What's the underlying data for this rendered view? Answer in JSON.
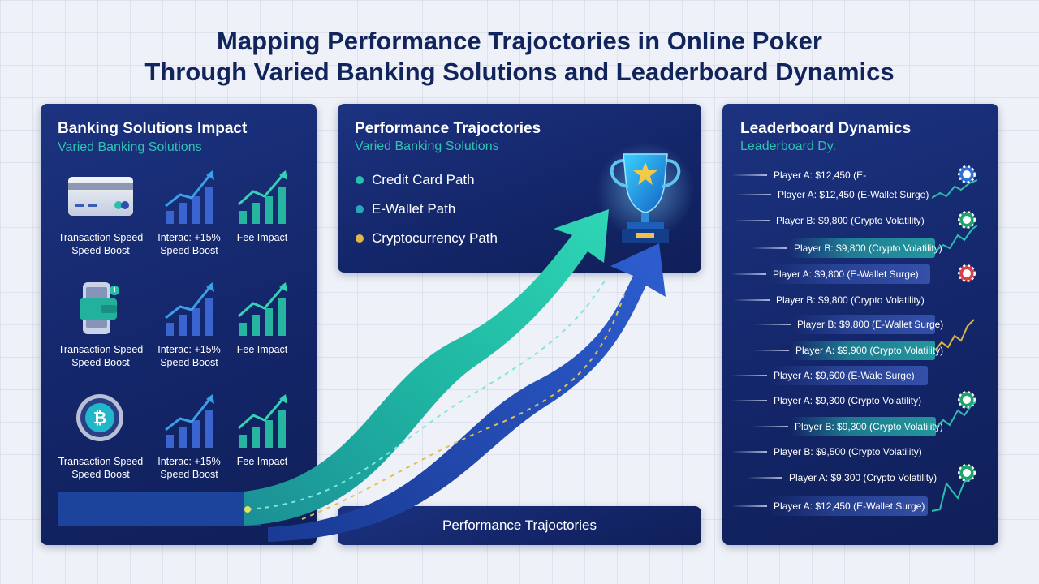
{
  "title": {
    "line1": "Mapping Performance Trajoctories in Online Poker",
    "line2": "Through Varied Banking Solutions and Leaderboard Dynamics"
  },
  "left_panel": {
    "title": "Banking Solutions Impact",
    "subtitle": "Varied Banking Solutions",
    "rows": [
      {
        "method_icon": "credit-card-icon",
        "col1": [
          "Transaction Speed",
          "Speed Boost"
        ],
        "col2": [
          "Interac: +15%",
          "Speed Boost"
        ],
        "col3": [
          "Fee Impact"
        ]
      },
      {
        "method_icon": "e-wallet-icon",
        "col1": [
          "Transaction Speed",
          "Speed Boost"
        ],
        "col2": [
          "Interac: +15%",
          "Speed Boost"
        ],
        "col3": [
          "Fee Impact"
        ]
      },
      {
        "method_icon": "bitcoin-icon",
        "col1": [
          "Transaction Speed",
          "Speed Boost"
        ],
        "col2": [
          "Interac: +15%",
          "Speed Boost"
        ],
        "col3": [
          "Fee Impact"
        ]
      }
    ]
  },
  "mid_panel": {
    "title": "Performance Trajoctories",
    "subtitle": "Varied Banking Solutions",
    "legend": [
      {
        "label": "Credit Card Path",
        "color": "#2bbfae"
      },
      {
        "label": "E-Wallet Path",
        "color": "#28a7b8"
      },
      {
        "label": "Cryptocurrency Path",
        "color": "#e0b84a"
      }
    ],
    "trophy_icon": "trophy-icon"
  },
  "mid_bottom": {
    "label": "Performance Trajoctories"
  },
  "right_panel": {
    "title": "Leaderboard Dynamics",
    "subtitle": "Leaderboard Dy.",
    "rows": [
      "Player A: $12,450 (E-",
      "Player A: $12,450 (E-Wallet Surge)",
      "Player B: $9,800 (Crypto Volatility)",
      "Player B: $9,800 (Crypto Volatility)",
      "Player A: $9,800 (E-Wallet Surge)",
      "Player B: $9,800 (Crypto Volatility)",
      "Player B: $9,800 (E-Wallet Surge)",
      "Player A: $9,900 (Crypto Volatility)",
      "Player A: $9,600 (E-Wale Surge)",
      "Player A: $9,300 (Crypto Volatility)",
      "Player B: $9,300 (Crypto Volatility)",
      "Player B: $9,500 (Crypto Volatility)",
      "Player A: $9,300 (Crypto Volatility)",
      "Player A: $12,450 (E-Wallet Surge)"
    ],
    "colors": {
      "teal": "#2bbfae",
      "blue": "#2f5fc4",
      "gold": "#d8b640",
      "chip_green": "#1fa36a",
      "chip_blue": "#2f6fd8",
      "chip_red": "#d8414a"
    }
  }
}
